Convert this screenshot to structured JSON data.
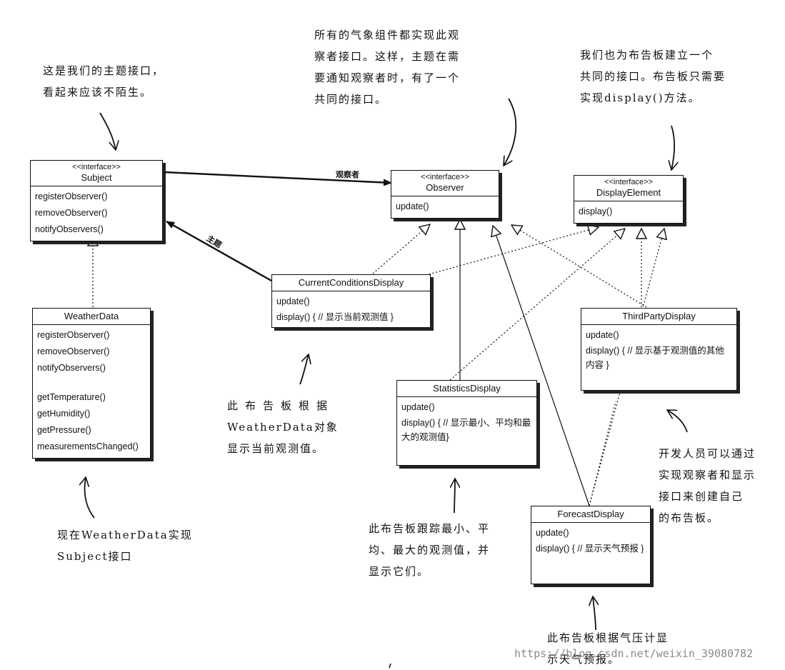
{
  "diagram": {
    "classes": [
      {
        "id": "subject",
        "stereotype": "<<interface>>",
        "name": "Subject",
        "methods": [
          "registerObserver()",
          "removeObserver()",
          "notifyObservers()"
        ]
      },
      {
        "id": "observer",
        "stereotype": "<<interface>>",
        "name": "Observer",
        "methods": [
          "update()"
        ]
      },
      {
        "id": "display-element",
        "stereotype": "<<interface>>",
        "name": "DisplayElement",
        "methods": [
          "display()"
        ]
      },
      {
        "id": "weather-data",
        "name": "WeatherData",
        "methods": [
          "registerObserver()",
          "removeObserver()",
          "notifyObservers()"
        ],
        "methods2": [
          "getTemperature()",
          "getHumidity()",
          "getPressure()",
          "measurementsChanged()"
        ]
      },
      {
        "id": "current-conditions-display",
        "name": "CurrentConditionsDisplay",
        "methods": [
          "update()",
          "display() { // 显示当前观测值 }"
        ]
      },
      {
        "id": "statistics-display",
        "name": "StatisticsDisplay",
        "methods": [
          "update()",
          "display() { // 显示最小、平均和最大的观测值}"
        ]
      },
      {
        "id": "third-party-display",
        "name": "ThirdPartyDisplay",
        "methods": [
          "update()",
          "display() { // 显示基于观测值的其他内容 }"
        ]
      },
      {
        "id": "forecast-display",
        "name": "ForecastDisplay",
        "methods": [
          "update()",
          "display() { // 显示天气预报 }"
        ]
      }
    ],
    "associations": {
      "observers_label": "观察者",
      "subject_label": "主题"
    },
    "notes": {
      "subject_note": [
        "这是我们的主题接口，",
        "看起来应该不陌生。"
      ],
      "observer_note": [
        "所有的气象组件都实现此观",
        "察者接口。这样，主题在需",
        "要通知观察者时，有了一个",
        "共同的接口。"
      ],
      "display_note": [
        "我们也为布告板建立一个",
        "共同的接口。布告板只需要",
        "实现display()方法。"
      ],
      "weatherdata_note": [
        "现在WeatherData实现",
        "Subject接口"
      ],
      "current_note": [
        "此布告板根据",
        "WeatherData对象",
        "显示当前观测值。"
      ],
      "statistics_note": [
        "此布告板跟踪最小、平",
        "均、最大的观测值，并",
        "显示它们。"
      ],
      "thirdparty_note": [
        "开发人员可以通过",
        "实现观察者和显示",
        "接口来创建自己",
        "的布告板。"
      ],
      "forecast_note": [
        "此布告板根据气压计显",
        "示天气预报。"
      ]
    },
    "watermark": "https://blog.csdn.net/weixin_39080782"
  }
}
